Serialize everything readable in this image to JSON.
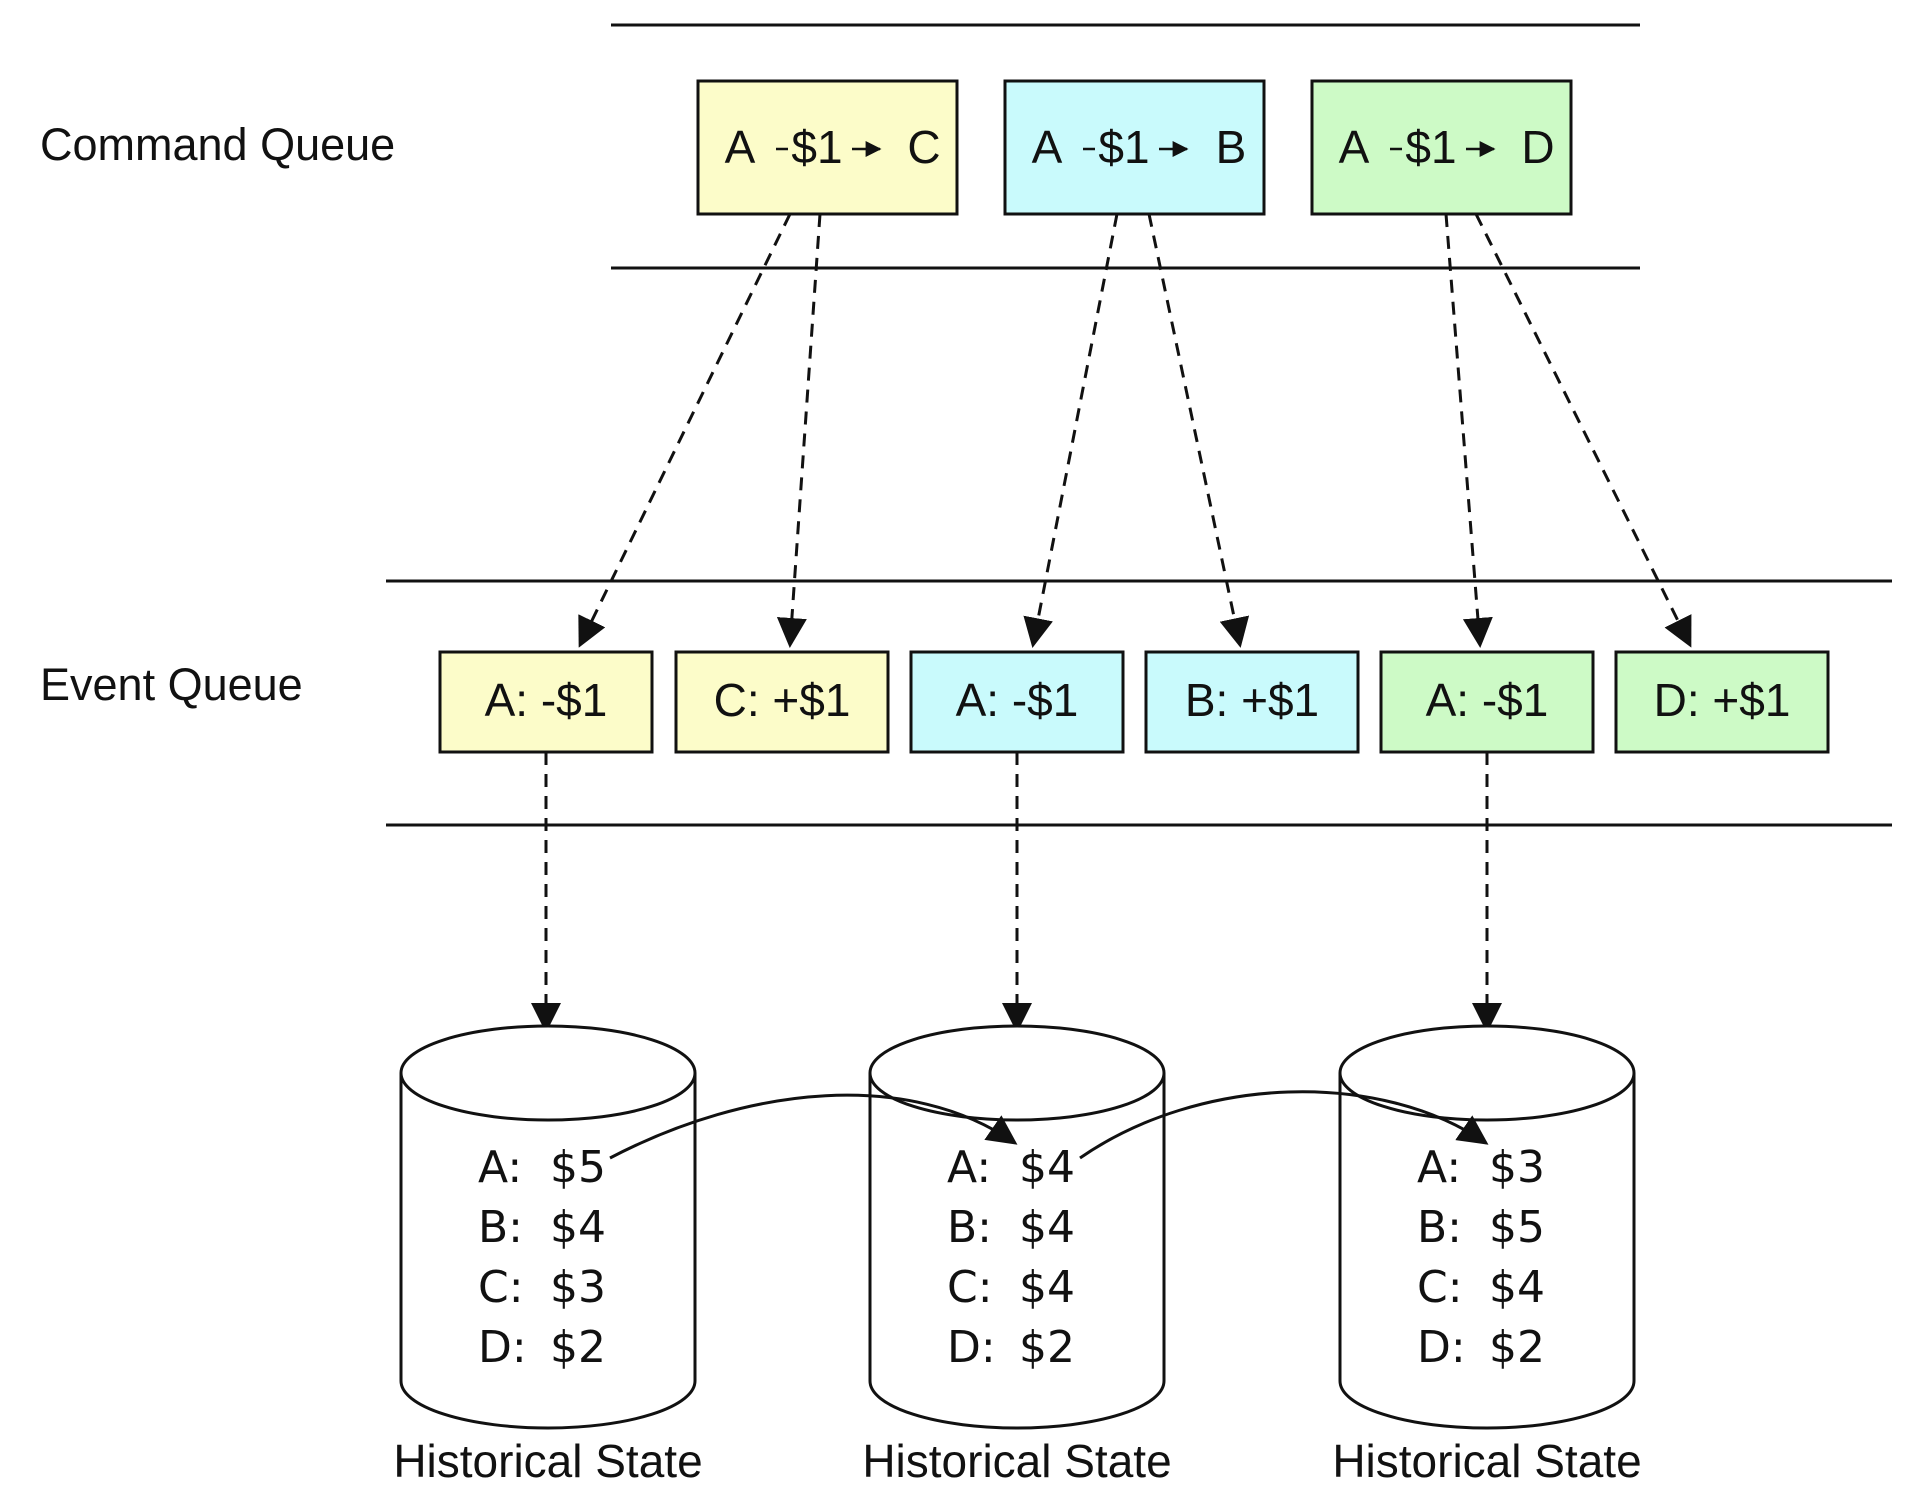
{
  "colors": {
    "yellow": "#fcfcc9",
    "cyan": "#c9fafc",
    "green": "#cdfac6",
    "highlight": "#e8412a",
    "stroke": "#111111"
  },
  "command_queue": {
    "label": "Command Queue",
    "commands": [
      {
        "from": "A",
        "amount": "$1",
        "to": "C",
        "color": "yellow"
      },
      {
        "from": "A",
        "amount": "$1",
        "to": "B",
        "color": "cyan"
      },
      {
        "from": "A",
        "amount": "$1",
        "to": "D",
        "color": "green"
      }
    ]
  },
  "event_queue": {
    "label": "Event Queue",
    "events": [
      {
        "text": "A: -$1",
        "color": "yellow"
      },
      {
        "text": "C: +$1",
        "color": "yellow"
      },
      {
        "text": "A: -$1",
        "color": "cyan"
      },
      {
        "text": "B: +$1",
        "color": "cyan"
      },
      {
        "text": "A: -$1",
        "color": "green"
      },
      {
        "text": "D: +$1",
        "color": "green"
      }
    ]
  },
  "historical_states": [
    {
      "caption": "Historical State",
      "accounts": [
        {
          "name": "A:",
          "value": "$5",
          "highlight": true
        },
        {
          "name": "B:",
          "value": "$4",
          "highlight": false
        },
        {
          "name": "C:",
          "value": "$3",
          "highlight": false
        },
        {
          "name": "D:",
          "value": "$2",
          "highlight": false
        }
      ]
    },
    {
      "caption": "Historical State",
      "accounts": [
        {
          "name": "A:",
          "value": "$4",
          "highlight": true
        },
        {
          "name": "B:",
          "value": "$4",
          "highlight": false
        },
        {
          "name": "C:",
          "value": "$4",
          "highlight": false
        },
        {
          "name": "D:",
          "value": "$2",
          "highlight": false
        }
      ]
    },
    {
      "caption": "Historical State",
      "accounts": [
        {
          "name": "A:",
          "value": "$3",
          "highlight": true
        },
        {
          "name": "B:",
          "value": "$5",
          "highlight": false
        },
        {
          "name": "C:",
          "value": "$4",
          "highlight": false
        },
        {
          "name": "D:",
          "value": "$2",
          "highlight": false
        }
      ]
    }
  ]
}
